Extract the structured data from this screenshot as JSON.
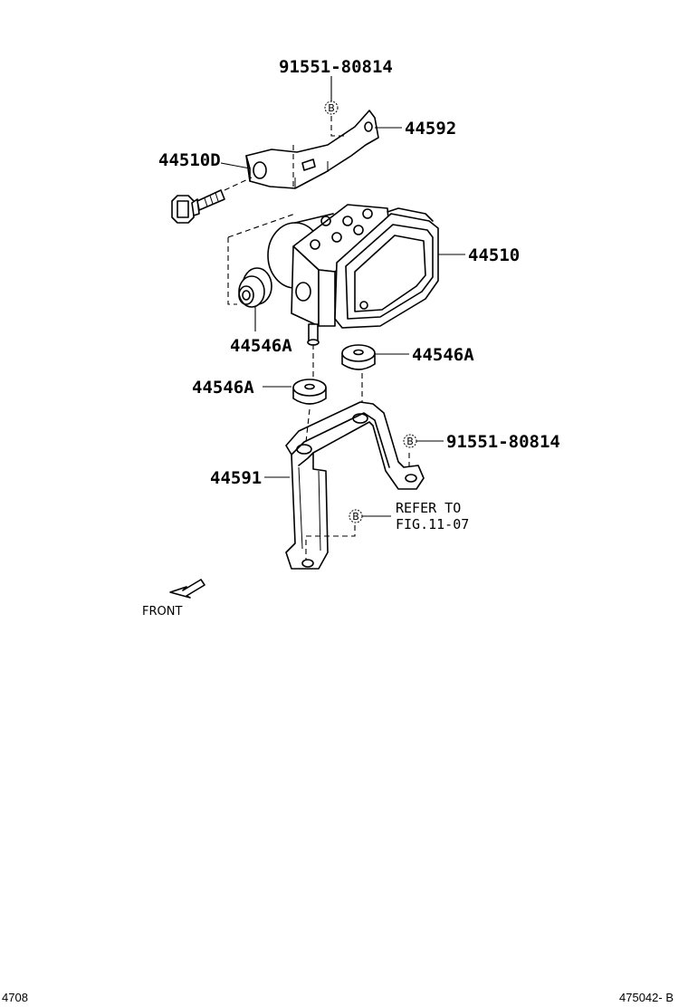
{
  "parts": {
    "bolt_top": "91551-80814",
    "bracket_upper": "44592",
    "bolt_left": "44510D",
    "actuator": "44510",
    "cushion_left": "44546A",
    "cushion_right": "44546A",
    "cushion_lower": "44546A",
    "bolt_right": "91551-80814",
    "bracket_lower": "44591"
  },
  "code_letter": "B",
  "refer": {
    "line1": "REFER TO",
    "line2": "FIG.11-07"
  },
  "front_label": "FRONT",
  "footer": {
    "left": "4708",
    "right": "475042- B"
  }
}
